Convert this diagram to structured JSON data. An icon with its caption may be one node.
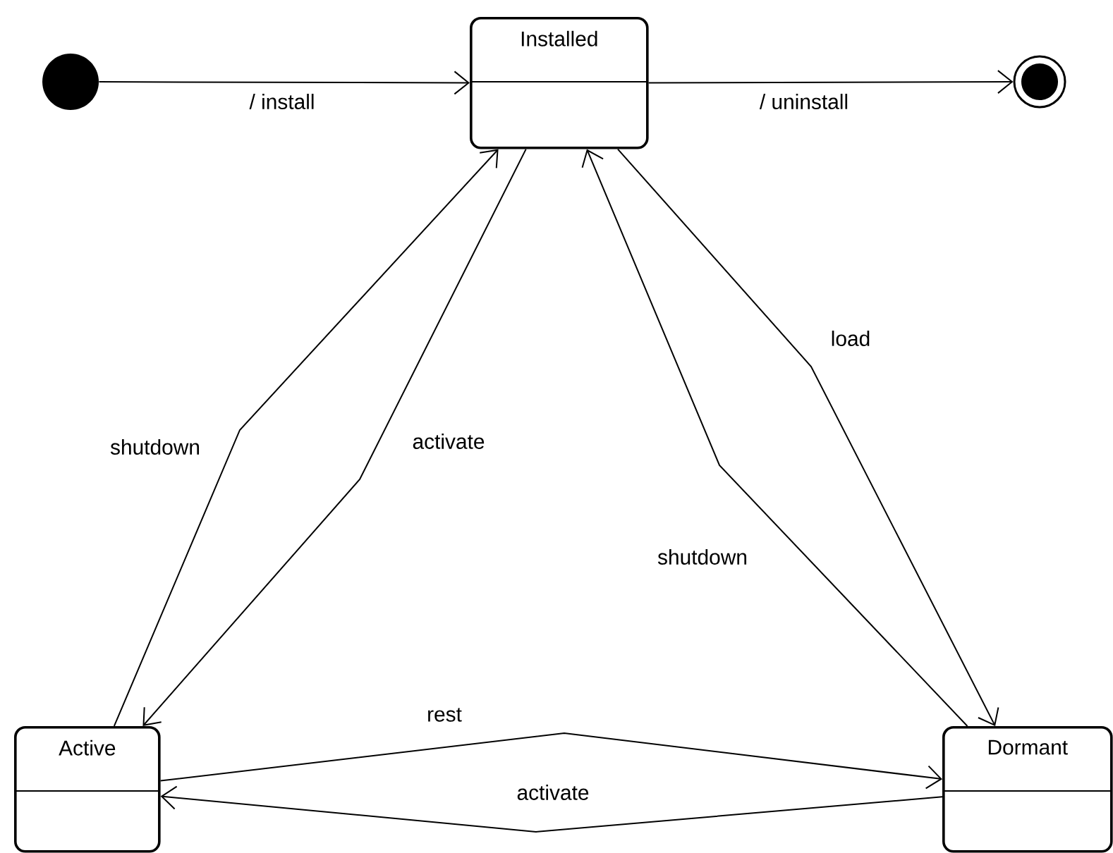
{
  "diagram": {
    "nodes": [
      {
        "text": [],
        "shape": "circle"
      },
      {
        "text": [
          "Installed"
        ]
      },
      {
        "text": [],
        "shape": "bullseye"
      },
      {
        "text": [
          "Active"
        ]
      },
      {
        "text": [
          "Dormant"
        ]
      }
    ],
    "edges": [
      {
        "from": 0,
        "to": 1,
        "arrow": "to",
        "label": "/ install"
      },
      {
        "from": 1,
        "to": 2,
        "arrow": "to",
        "label": "/ uninstall"
      },
      {
        "from": 3,
        "to": 1,
        "arrow": "to",
        "label": "shutdown"
      },
      {
        "from": 1,
        "to": 3,
        "arrow": "to",
        "label": "activate"
      },
      {
        "from": 4,
        "to": 1,
        "arrow": "to",
        "label": "shutdown"
      },
      {
        "from": 1,
        "to": 4,
        "arrow": "to",
        "label": "load"
      },
      {
        "from": 3,
        "to": 4,
        "arrow": "to",
        "label": "rest"
      },
      {
        "from": 4,
        "to": 3,
        "arrow": "to",
        "label": "activate"
      }
    ]
  }
}
